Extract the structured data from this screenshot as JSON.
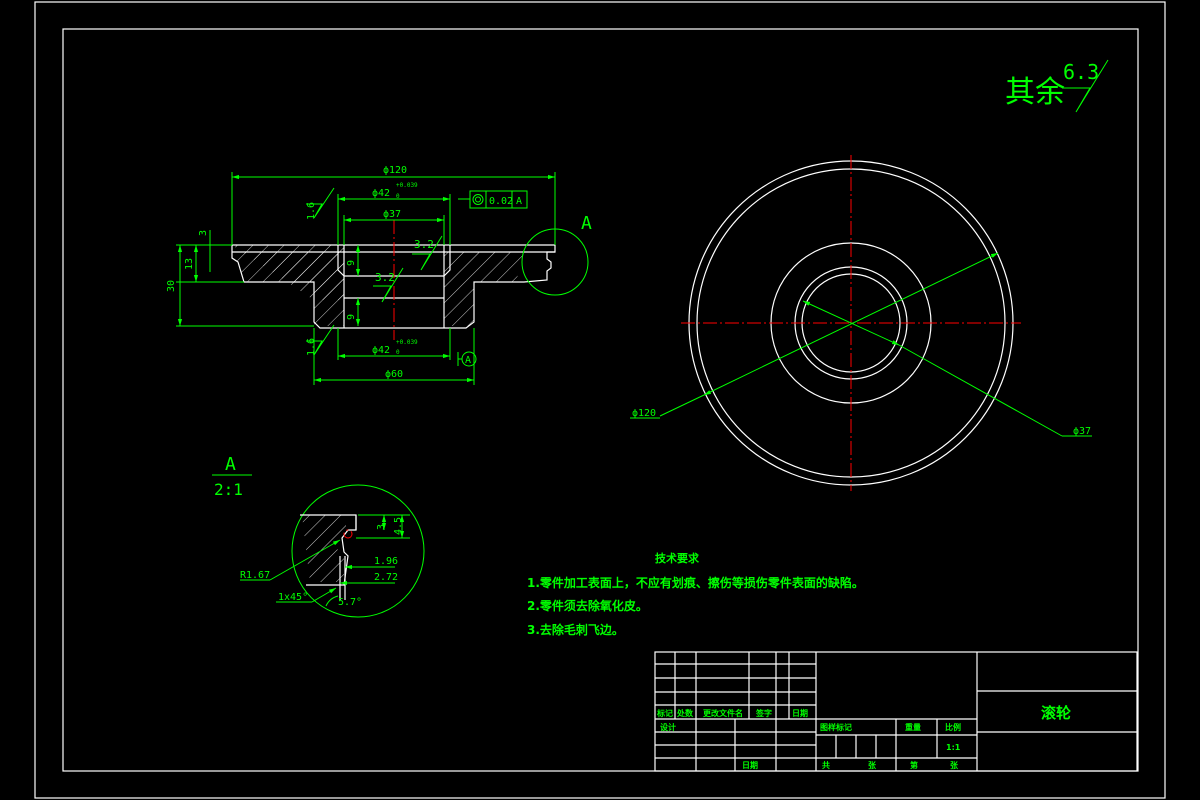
{
  "roughness": {
    "label": "其余",
    "value": "6.3"
  },
  "dims": {
    "d120": "ϕ120",
    "d42_top": "ϕ42",
    "tol_top": "+0.039",
    "sub0_top": "0",
    "d37": "ϕ37",
    "d42_bot": "ϕ42",
    "tol_bot": "+0.039",
    "sub0_bot": "0",
    "d60": "ϕ60",
    "h3": "3",
    "h13": "13",
    "h30": "30",
    "h9a": "9",
    "h9b": "9",
    "r16a": "1.6",
    "r16b": "1.6",
    "r32a": "3.2",
    "r32b": "3.2",
    "gtol_val": "0.02",
    "gtol_datum": "A",
    "datum_bot": "A",
    "section_label": "A"
  },
  "plan_view": {
    "d120": "ϕ120",
    "d37": "ϕ37"
  },
  "detail": {
    "title": "A",
    "scale": "2:1",
    "r167": "R1.67",
    "chamfer": "1x45°",
    "angle": "5.7°",
    "d3": "3",
    "d45": "4.5",
    "d196": "1.96",
    "d272": "2.72"
  },
  "notes": {
    "title": "技术要求",
    "items": [
      "1.零件加工表面上，不应有划痕、擦伤等损伤零件表面的缺陷。",
      "2.零件须去除氧化皮。",
      "3.去除毛刺飞边。"
    ]
  },
  "title_block": {
    "part_name": "滚轮",
    "h_mark": "标记",
    "h_count": "处数",
    "h_doc": "更改文件名",
    "h_sign": "签字",
    "h_date": "日期",
    "h_design": "设计",
    "h_stage": "图样标记",
    "h_weight": "重量",
    "h_scale": "比例",
    "scale_val": "1:1",
    "h_sheets": "共",
    "h_zhang1": "张",
    "h_page": "第",
    "h_zhang2": "张",
    "h_date2": "日期"
  }
}
